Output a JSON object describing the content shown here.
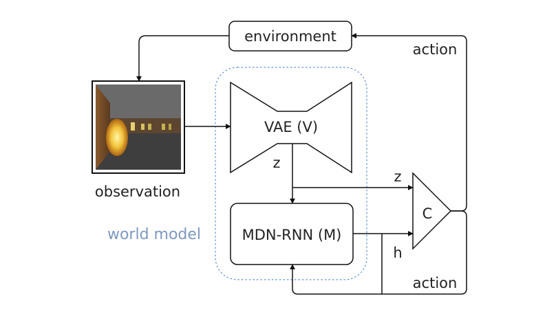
{
  "nodes": {
    "environment": "environment",
    "vae": "VAE (V)",
    "mdn_rnn": "MDN-RNN (M)",
    "controller": "C",
    "observation": "observation",
    "world_model": "world model"
  },
  "edge_labels": {
    "action_top": "action",
    "action_bottom": "action",
    "z_vae_out": "z",
    "z_to_controller": "z",
    "h_to_controller": "h"
  },
  "colors": {
    "line": "#111111",
    "world_model_border": "#5a8fd6",
    "world_model_text": "#7d98bf"
  },
  "icons": {
    "observation_image": "pixelated-doom-corridor-frame"
  }
}
